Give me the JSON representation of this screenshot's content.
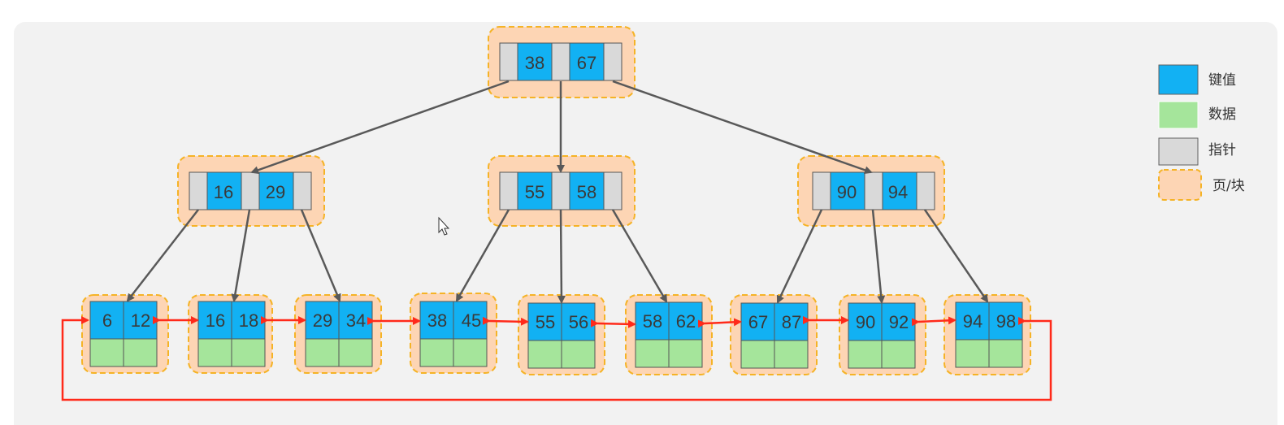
{
  "colors": {
    "key": "#12b1f3",
    "data": "#a5e59b",
    "pointer": "#d9d9d9",
    "page_fill": "#fdd5b4",
    "page_border": "#f5b326",
    "arrow": "#595959",
    "link": "#ff2a1a",
    "panel": "#f2f2f2"
  },
  "tree": {
    "root": {
      "keys": [
        "38",
        "67"
      ]
    },
    "internal": [
      {
        "keys": [
          "16",
          "29"
        ]
      },
      {
        "keys": [
          "55",
          "58"
        ]
      },
      {
        "keys": [
          "90",
          "94"
        ]
      }
    ],
    "leaves": [
      {
        "keys": [
          "6",
          "12"
        ]
      },
      {
        "keys": [
          "16",
          "18"
        ]
      },
      {
        "keys": [
          "29",
          "34"
        ]
      },
      {
        "keys": [
          "38",
          "45"
        ]
      },
      {
        "keys": [
          "55",
          "56"
        ]
      },
      {
        "keys": [
          "58",
          "62"
        ]
      },
      {
        "keys": [
          "67",
          "87"
        ]
      },
      {
        "keys": [
          "90",
          "92"
        ]
      },
      {
        "keys": [
          "94",
          "98"
        ]
      }
    ]
  },
  "legend": {
    "key_label": "键值",
    "data_label": "数据",
    "pointer_label": "指针",
    "page_label": "页/块"
  }
}
